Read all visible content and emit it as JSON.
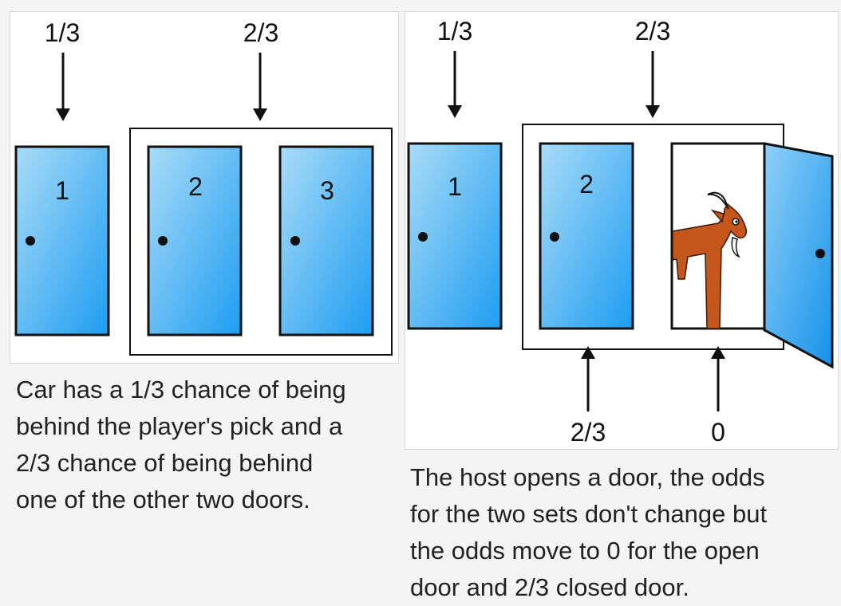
{
  "left": {
    "probabilities": {
      "door1": "1/3",
      "group": "2/3"
    },
    "doors": [
      "1",
      "2",
      "3"
    ],
    "caption": [
      "Car has a 1/3 chance of being",
      "behind the player's pick and a",
      "2/3 chance of being behind",
      "one of the other two doors."
    ]
  },
  "right": {
    "probabilities": {
      "door1": "1/3",
      "group": "2/3",
      "door2_bottom": "2/3",
      "open_door_bottom": "0"
    },
    "doors": [
      "1",
      "2"
    ],
    "caption": [
      "The host opens a door, the odds",
      "for the two sets don't change but",
      "the odds move to 0 for the open",
      "door and 2/3 closed door."
    ]
  },
  "colors": {
    "door_light": "#a9dcf8",
    "door_dark": "#1e9df0",
    "goat": "#c5561c",
    "outline": "#111111"
  },
  "icons": [
    "arrow-down-icon",
    "arrow-up-icon",
    "goat-icon",
    "doorknob-icon"
  ]
}
